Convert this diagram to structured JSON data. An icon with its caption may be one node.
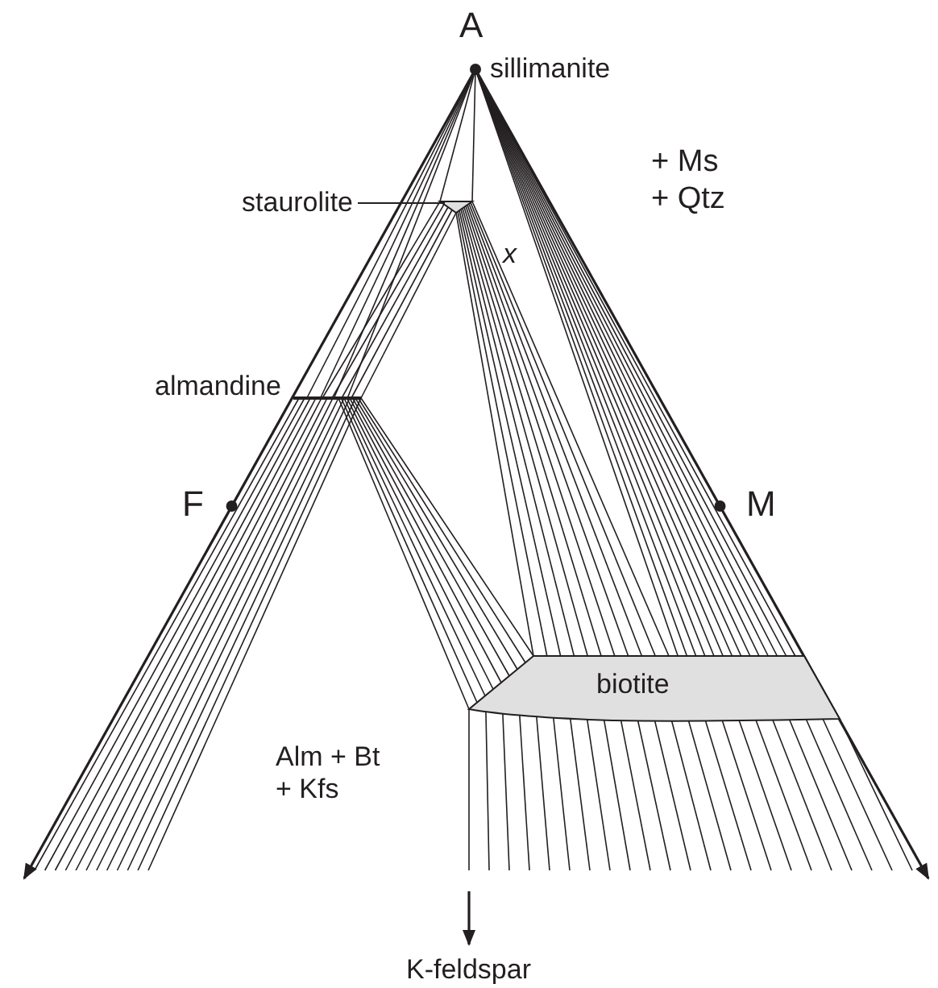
{
  "diagram": {
    "nodes": [
      {
        "text": [
          "staurolite"
        ]
      },
      {
        "text": [],
        "shape": "triangle"
      },
      {
        "text": [
          "biotite"
        ]
      }
    ],
    "edges": [
      {
        "from": 0,
        "to": 1,
        "arrow": "none"
      }
    ],
    "labels": [
      "A",
      "sillimanite",
      "+ Ms + Qtz",
      "x",
      "almandine",
      "F",
      "M",
      "Alm + Bt + Kfs",
      "K-feldspar"
    ]
  }
}
